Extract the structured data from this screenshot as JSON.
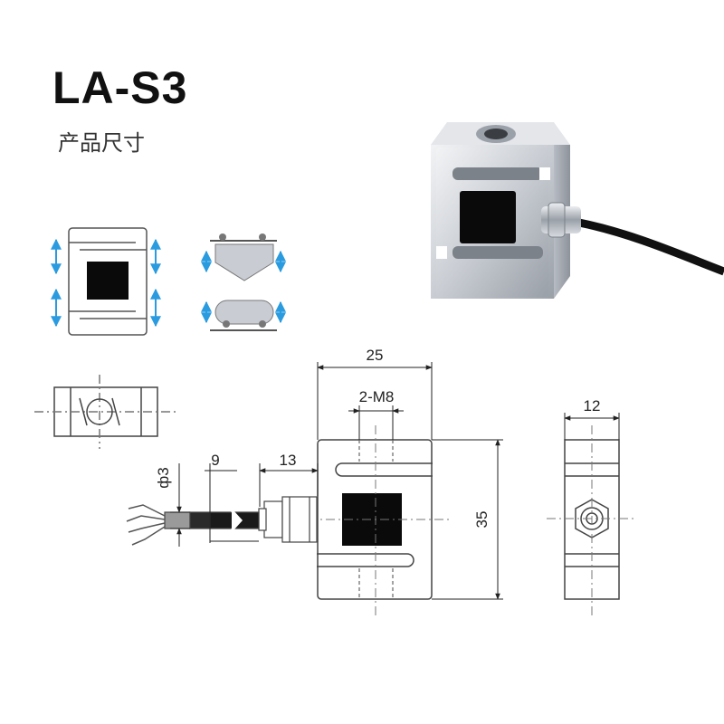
{
  "product": {
    "model": "LA-S3",
    "caption": "产品尺寸"
  },
  "dimensions": {
    "width": "25",
    "thread": "2-M8",
    "height": "35",
    "depth": "12",
    "cable_diameter": "ф3",
    "cable_strip": "9",
    "gland_length": "13"
  },
  "colors": {
    "arrow": "#2b9be0",
    "line": "#444444",
    "dash": "#666666",
    "metal": "#c8ccd2",
    "block": "#0a0a0a"
  }
}
